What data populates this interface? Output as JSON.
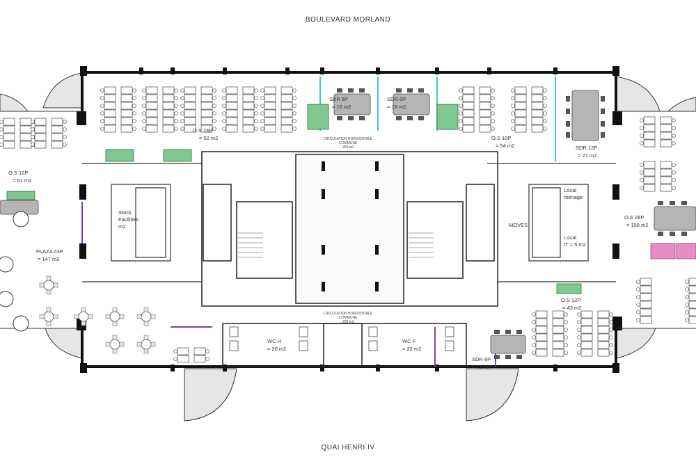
{
  "streets": {
    "north": "BOULEVARD MORLAND",
    "south": "QUAI HENRI IV"
  },
  "rooms": {
    "os24_name": "O.S 24P",
    "os24_area": "= 52 m2",
    "sdr6a_name": "SDR 6P",
    "sdr6a_area": "= 16 m2",
    "sdr6b_name": "SDR 6P",
    "sdr6b_area": "= 18 m2",
    "os10_name": "O.S 10P",
    "os10_area": "= 54 m2",
    "sdr12_name": "SDR 12P",
    "sdr12_area": "= 27 m2",
    "os12w_name": "O.S 12P",
    "os12w_area": "= 61 m2",
    "plaza_name": "PLAZA 43P",
    "plaza_area": "= 147 m2",
    "stock_name": "Stock",
    "stock_line2": "Facilities",
    "stock_area": "m2",
    "local_menage": "Local",
    "local_menage2": "ménage",
    "local_it": "Local",
    "local_it2": "IT = 5 m2",
    "os28_name": "O.S 28P",
    "os28_area": "= 158 m2",
    "os12e_name": "O.S 12P",
    "os12e_area": "= 43 m2",
    "wch_name": "WC H",
    "wch_area": "= 20 m2",
    "wcf_name": "WC F",
    "wcf_area": "= 22 m2",
    "sdr8_name": "SDR 8P",
    "sdr8_area": "= 13 m2",
    "moves": "MOVES"
  },
  "circulation": {
    "top_line1": "CIRCULATION HORIZONTALE",
    "top_line2": "COMMUNE",
    "top_line3": "260 m2",
    "bottom_line1": "CIRCULATION HORIZONTALE",
    "bottom_line2": "COMMUNE",
    "bottom_line3": "205 m2"
  },
  "colors": {
    "wall": "#111111",
    "line": "#444444",
    "green": "#7fc88f",
    "cyan": "#3cc8d8",
    "pink": "#e88cc4",
    "purple": "#7a3fb0",
    "table": "#b5b5b5"
  }
}
